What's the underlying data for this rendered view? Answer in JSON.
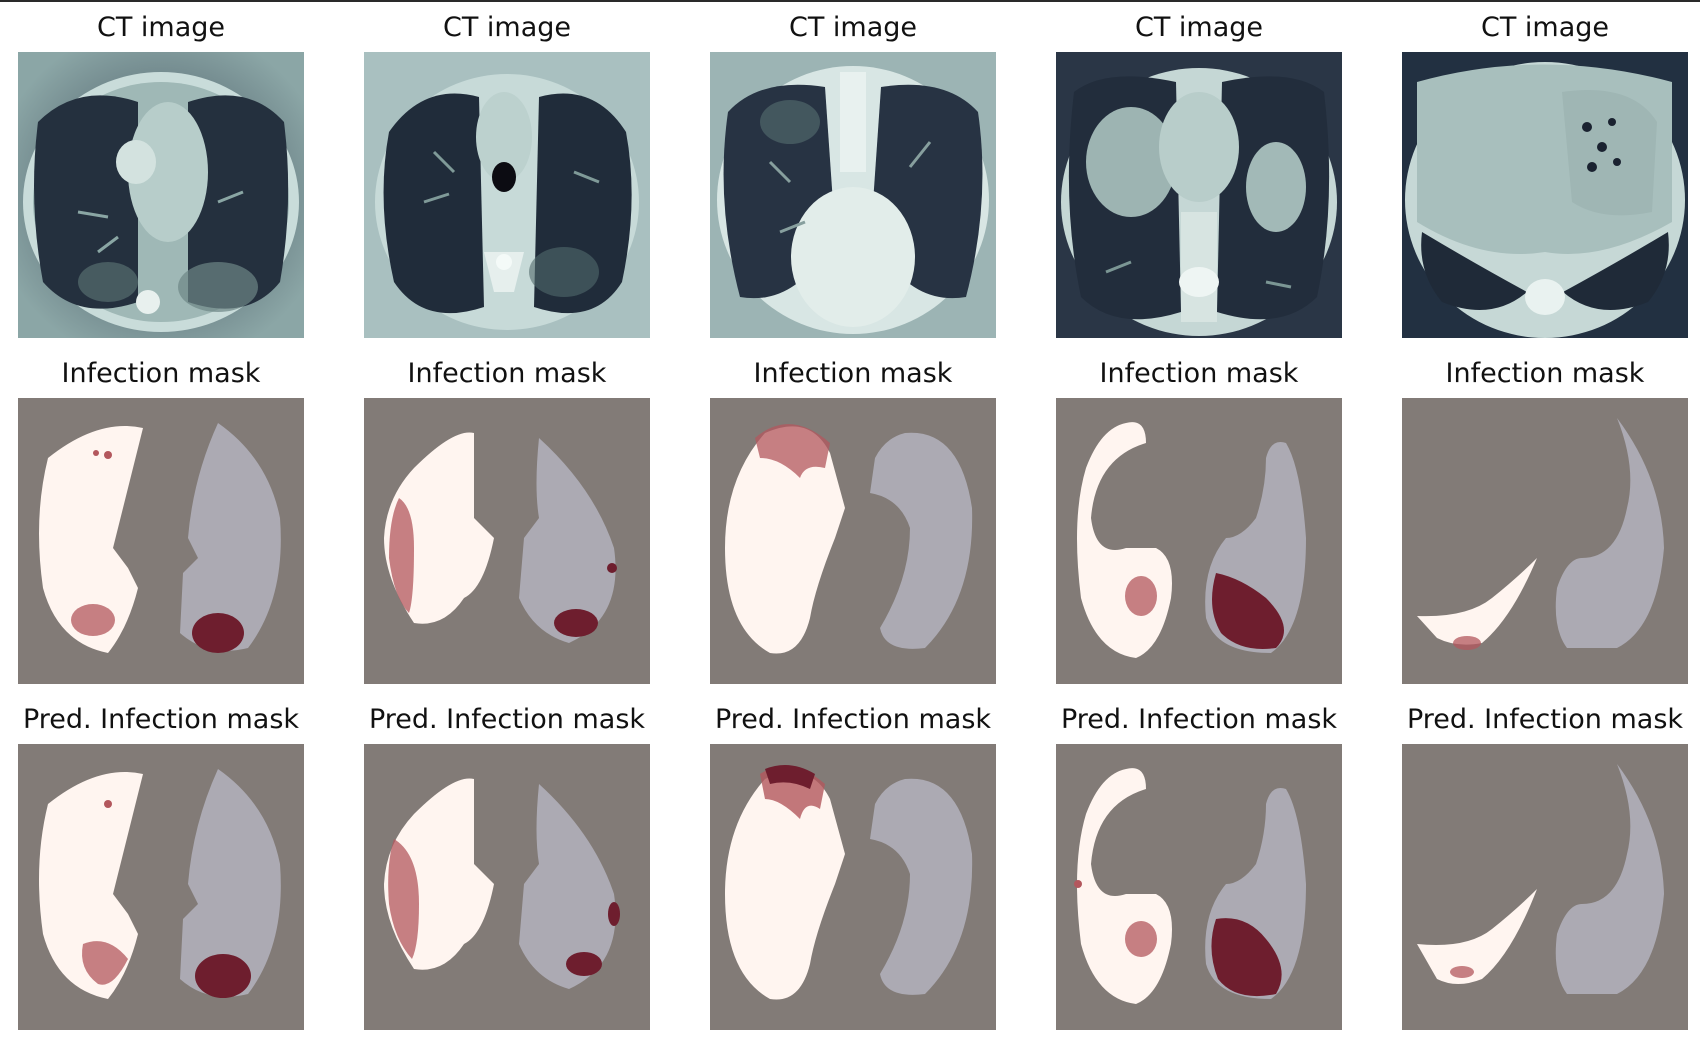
{
  "figure": {
    "rows": [
      {
        "row_title": "CT image",
        "panels": [
          {
            "title": "CT image"
          },
          {
            "title": "CT image"
          },
          {
            "title": "CT image"
          },
          {
            "title": "CT image"
          },
          {
            "title": "CT image"
          }
        ]
      },
      {
        "row_title": "Infection mask",
        "panels": [
          {
            "title": "Infection mask"
          },
          {
            "title": "Infection mask"
          },
          {
            "title": "Infection mask"
          },
          {
            "title": "Infection mask"
          },
          {
            "title": "Infection mask"
          }
        ]
      },
      {
        "row_title": "Pred. Infection mask",
        "panels": [
          {
            "title": "Pred. Infection mask"
          },
          {
            "title": "Pred. Infection mask"
          },
          {
            "title": "Pred. Infection mask"
          },
          {
            "title": "Pred. Infection mask"
          },
          {
            "title": "Pred. Infection mask"
          }
        ]
      }
    ]
  },
  "colors": {
    "ct_dark": "#1c2433",
    "ct_light": "#dbe8e6",
    "ct_bone": "#f2f8f6",
    "mask_background": "#827b77",
    "lung_right": "#fff5f0",
    "lung_left": "#acaab3",
    "infection": "#b3575d",
    "infection_dark": "#6e1e2e"
  }
}
